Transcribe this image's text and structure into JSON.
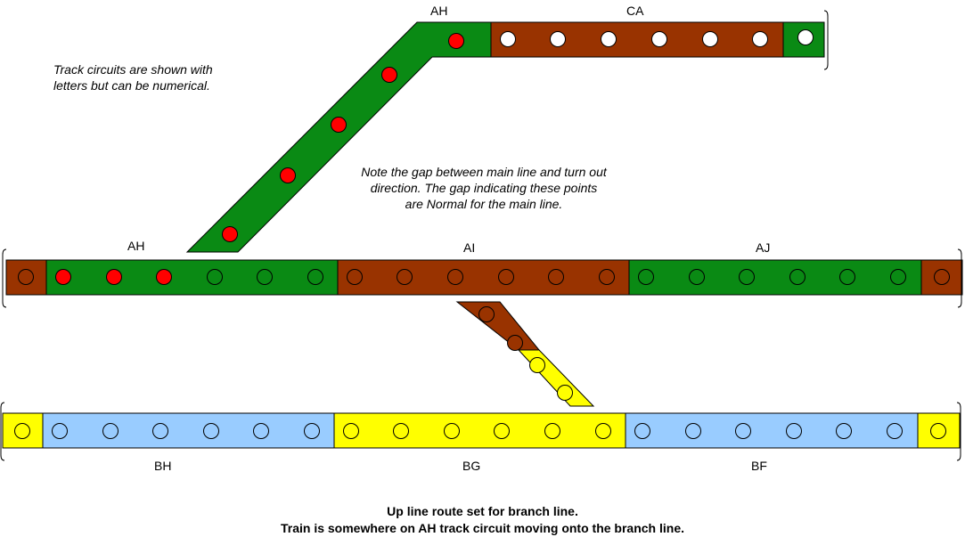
{
  "colors": {
    "green": "#0a8a14",
    "brown": "#993300",
    "yellow": "#ffff00",
    "blue": "#99ccff",
    "red": "#ff0000",
    "white": "#ffffff",
    "outline": "#000000"
  },
  "labels": {
    "ah_top": "AH",
    "ca": "CA",
    "ah_main": "AH",
    "ai": "AI",
    "aj": "AJ",
    "bh": "BH",
    "bg": "BG",
    "bf": "BF"
  },
  "notes": {
    "track_circuits": [
      "Track circuits are shown with",
      "letters but can be numerical."
    ],
    "gap": [
      "Note the gap between main line and turn out",
      "direction. The gap indicating these points",
      "are Normal for the main line."
    ]
  },
  "caption": {
    "line1": "Up line route set for branch line.",
    "line2": "Train is somewhere on AH track circuit moving onto the branch line."
  },
  "track_state": {
    "top_line": {
      "AH": "green-occupied",
      "CA": "brown",
      "end": "green"
    },
    "up_main": {
      "AH": "green-partly-occupied",
      "AI": "brown",
      "AJ": "green"
    },
    "down_main": {
      "BH": "blue",
      "BG": "yellow",
      "BF": "blue"
    },
    "crossover": "brown-to-yellow"
  }
}
